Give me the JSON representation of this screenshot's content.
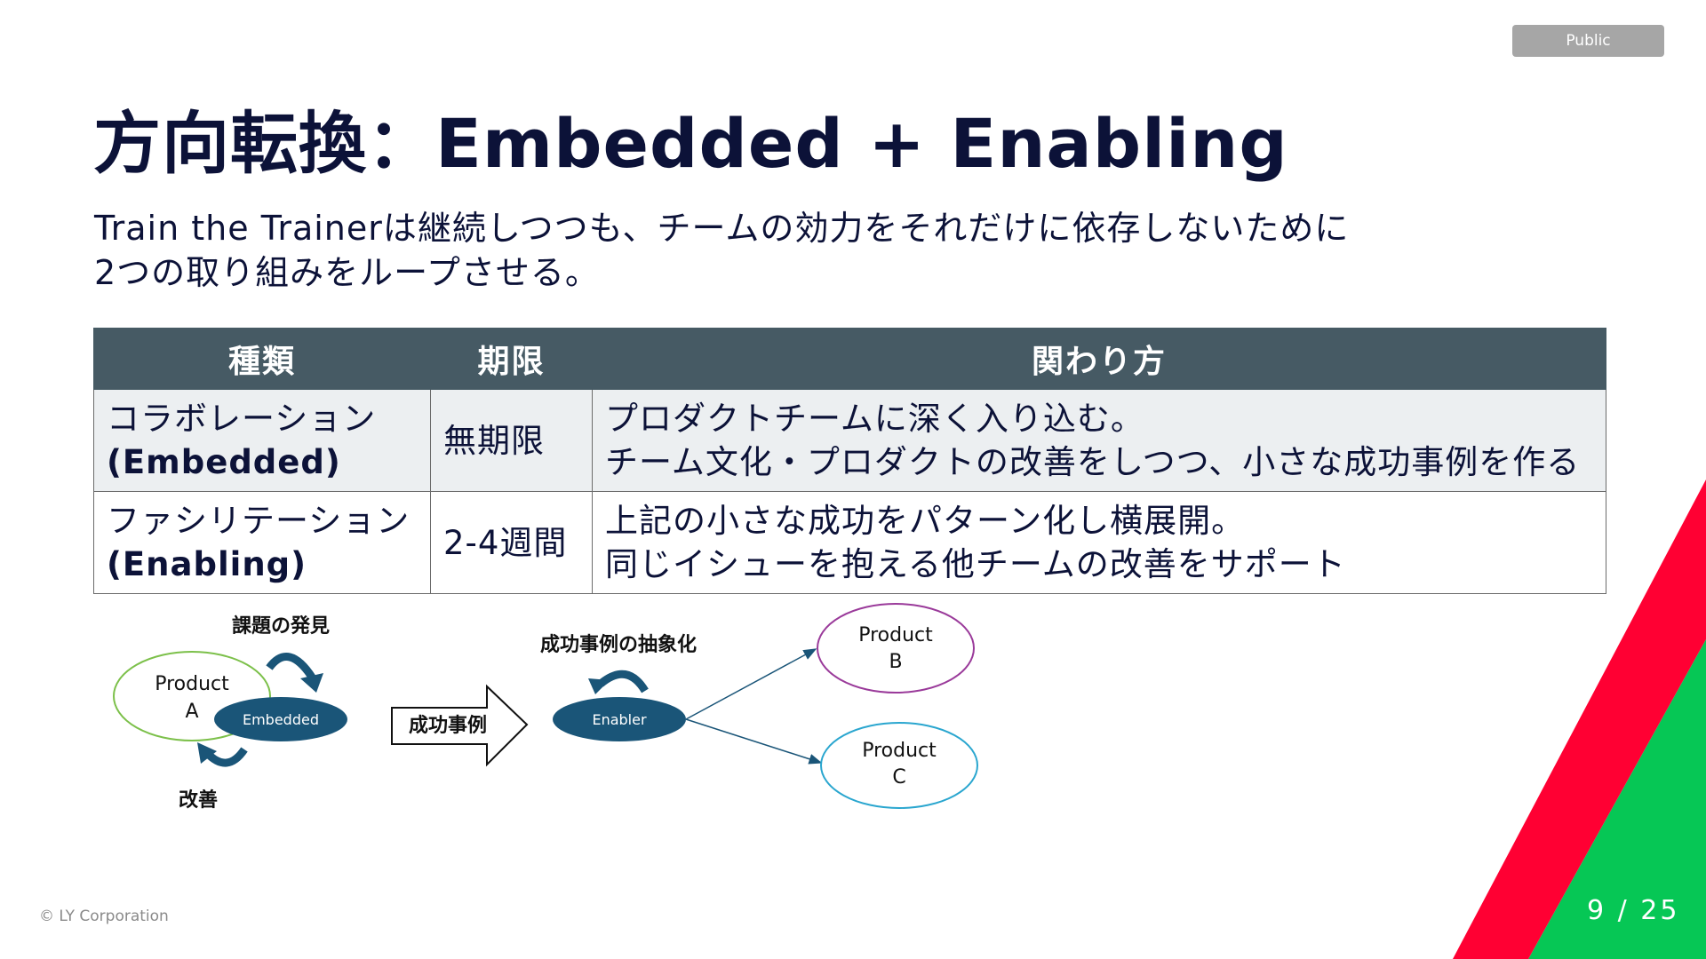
{
  "badge": "Public",
  "title": "方向転換：Embedded + Enabling",
  "subtitle": [
    "Train the Trainerは継続しつつも、チームの効力をそれだけに依存しないために",
    "2つの取り組みをループさせる。"
  ],
  "table": {
    "headers": [
      "種類",
      "期限",
      "関わり方"
    ],
    "rows": [
      {
        "type_ja": "コラボレーション",
        "type_en": "(Embedded)",
        "period": "無期限",
        "approach": [
          "プロダクトチームに深く入り込む。",
          "チーム文化・プロダクトの改善をしつつ、小さな成功事例を作る"
        ]
      },
      {
        "type_ja": "ファシリテーション",
        "type_en": "(Enabling)",
        "period": "2-4週間",
        "approach": [
          "上記の小さな成功をパターン化し横展開。",
          "同じイシューを抱える他チームの改善をサポート"
        ]
      }
    ]
  },
  "diagram": {
    "discover_label": "課題の発見",
    "improve_label": "改善",
    "product_a": [
      "Product",
      "A"
    ],
    "embedded_label": "Embedded",
    "arrow_label": "成功事例",
    "abstraction_label": "成功事例の抽象化",
    "enabler_label": "Enabler",
    "product_b": [
      "Product",
      "B"
    ],
    "product_c": [
      "Product",
      "C"
    ]
  },
  "footer": {
    "copyright": "© LY Corporation",
    "page": "9 / 25"
  },
  "colors": {
    "title": "#0c1238",
    "table_header": "#465a64",
    "ellipse_dark": "#1a5578",
    "product_a_outline": "#7cc04a",
    "product_b_outline": "#9a3a9a",
    "product_c_outline": "#2aa6cf",
    "red": "#ff0033",
    "green": "#06c755"
  }
}
